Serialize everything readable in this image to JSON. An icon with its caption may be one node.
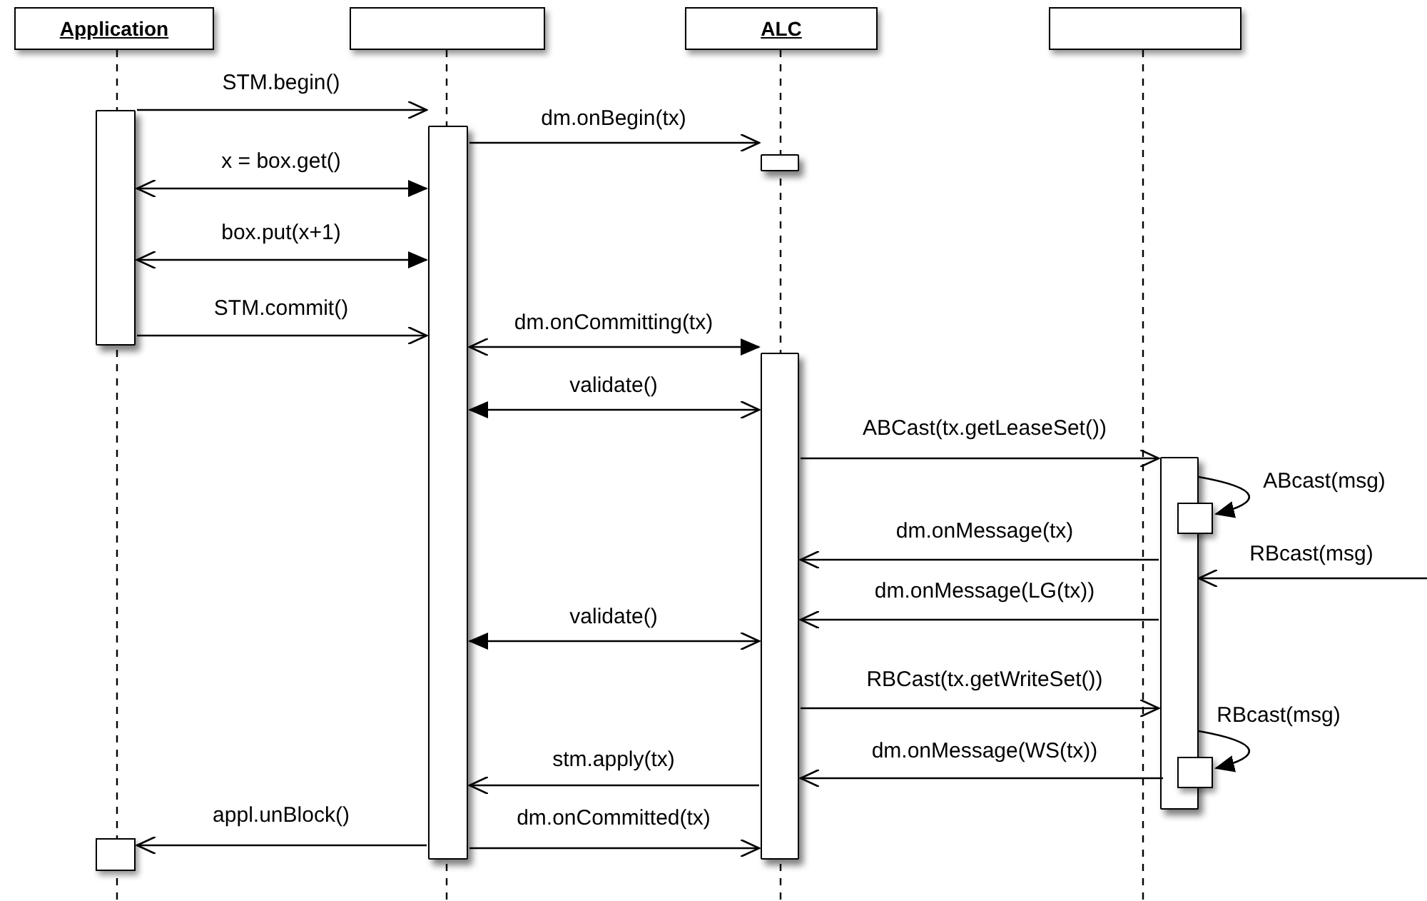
{
  "diagram": {
    "nodes": [
      {
        "text": [
          "Application"
        ]
      },
      {
        "text": [],
        "shape": "box"
      },
      {
        "text": [
          "ALC"
        ]
      },
      {
        "text": [],
        "shape": "box"
      },
      {
        "text": [],
        "shape": "bar"
      },
      {
        "text": [],
        "shape": "bar"
      },
      {
        "text": [],
        "shape": "bar"
      },
      {
        "text": [],
        "shape": "bar"
      },
      {
        "text": [],
        "shape": "bar"
      },
      {
        "text": [],
        "shape": "box"
      },
      {
        "text": [],
        "shape": "box"
      },
      {
        "text": [],
        "shape": "box"
      }
    ],
    "edges": [
      {
        "from": 4,
        "to": 5,
        "arrow": "to",
        "label": "STM.begin()"
      },
      {
        "from": 5,
        "to": 6,
        "arrow": "to",
        "label": "dm.onBegin(tx)"
      },
      {
        "from": 4,
        "to": 5,
        "arrow": "both",
        "label": "x = box.get()"
      },
      {
        "from": 4,
        "to": 5,
        "arrow": "both",
        "label": "box.put(x+1)"
      },
      {
        "from": 4,
        "to": 5,
        "arrow": "to",
        "label": "STM.commit()"
      },
      {
        "from": 5,
        "to": 7,
        "arrow": "both",
        "label": "dm.onCommitting(tx)"
      },
      {
        "from": 5,
        "to": 7,
        "arrow": "both",
        "label": "validate()"
      },
      {
        "from": 7,
        "to": 8,
        "arrow": "to",
        "label": "ABCast(tx.getLeaseSet())"
      },
      {
        "from": 8,
        "to": 9,
        "arrow": "to",
        "label": "ABcast(msg)"
      },
      {
        "from": 8,
        "to": 7,
        "arrow": "to",
        "label": "dm.onMessage(tx)"
      },
      {
        "from": null,
        "to": 8,
        "arrow": "to",
        "label": "RBcast(msg)"
      },
      {
        "from": 8,
        "to": 7,
        "arrow": "to",
        "label": "dm.onMessage(LG(tx))"
      },
      {
        "from": 5,
        "to": 7,
        "arrow": "both",
        "label": "validate()"
      },
      {
        "from": 7,
        "to": 8,
        "arrow": "to",
        "label": "RBCast(tx.getWriteSet())"
      },
      {
        "from": 8,
        "to": 10,
        "arrow": "to",
        "label": "RBcast(msg)"
      },
      {
        "from": 8,
        "to": 7,
        "arrow": "to",
        "label": "dm.onMessage(WS(tx))"
      },
      {
        "from": 7,
        "to": 5,
        "arrow": "to",
        "label": "stm.apply(tx)"
      },
      {
        "from": 5,
        "to": 11,
        "arrow": "to",
        "label": "appl.unBlock()"
      },
      {
        "from": 5,
        "to": 7,
        "arrow": "to",
        "label": "dm.onCommitted(tx)"
      }
    ]
  }
}
